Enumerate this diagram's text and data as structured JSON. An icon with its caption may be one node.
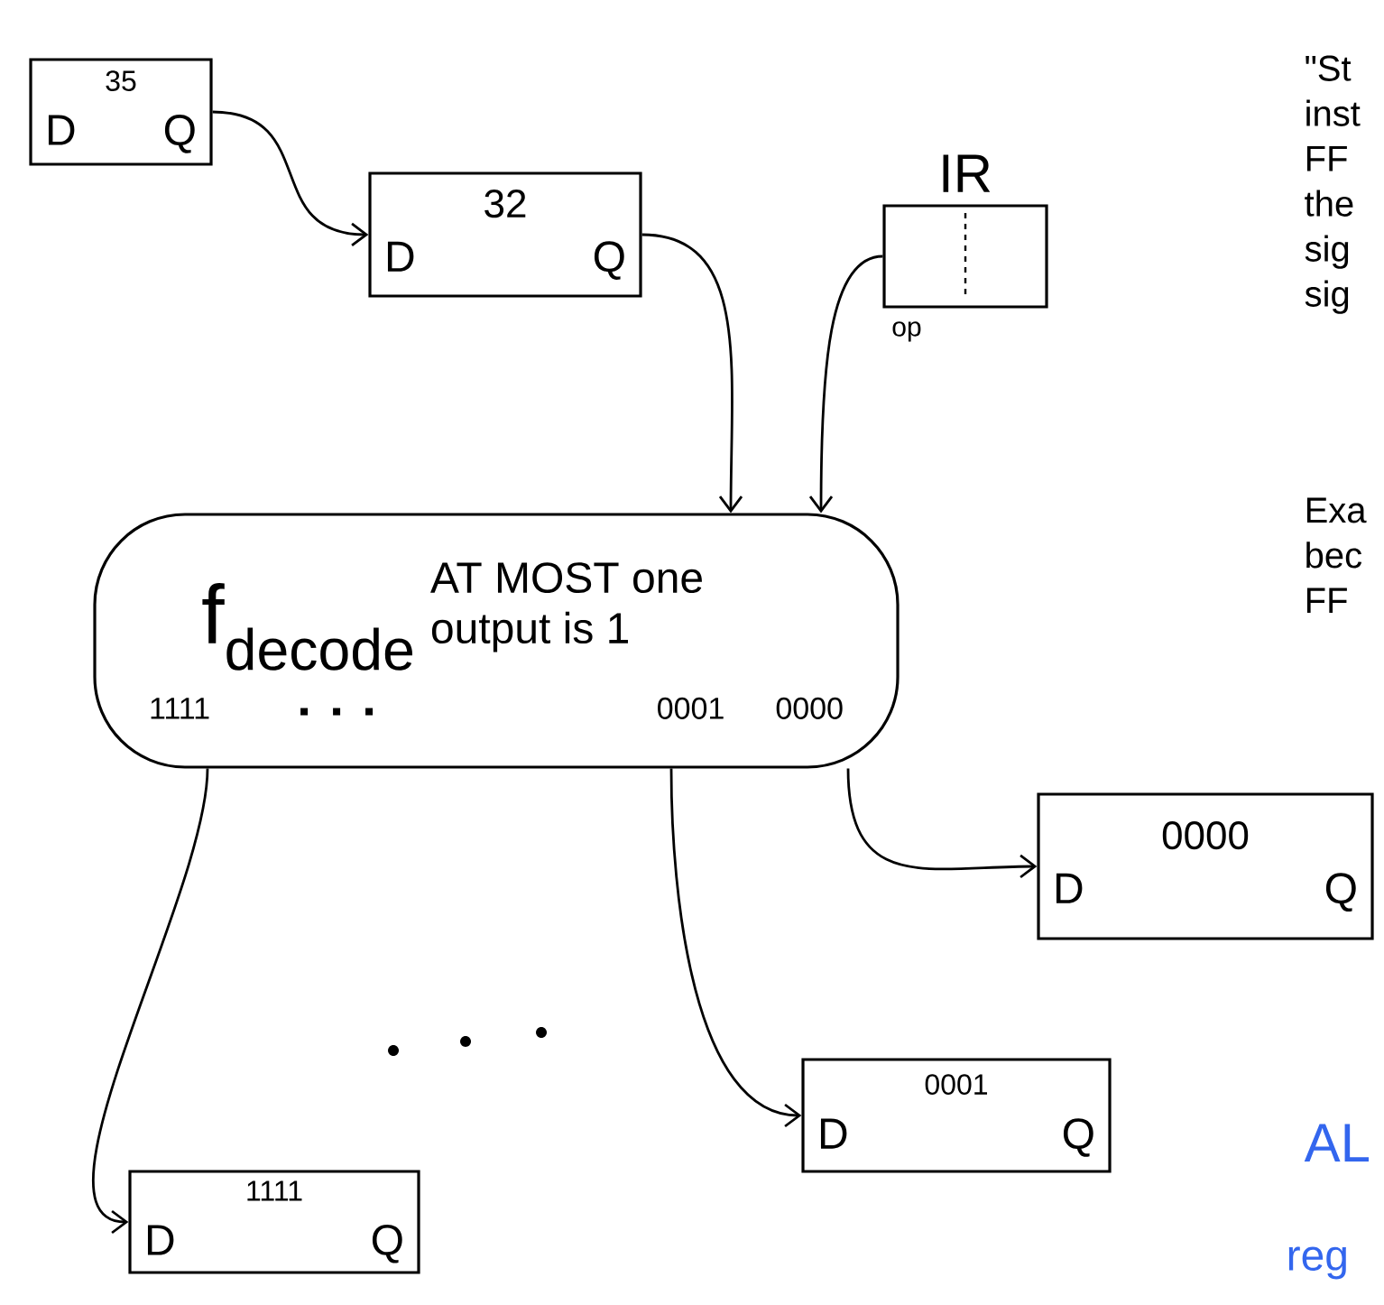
{
  "diagram": {
    "nodes": [
      {
        "text": [
          "35",
          "D",
          "Q"
        ]
      },
      {
        "text": [
          "32",
          "D",
          "Q"
        ]
      },
      {
        "text": [
          "IR"
        ],
        "beside": [
          "op"
        ]
      },
      {
        "text": [
          "f$_{decode}$",
          "AT MOST one output is 1",
          "1111",
          "0001",
          "0000"
        ]
      },
      {
        "text": [
          "0000",
          "D",
          "Q"
        ]
      },
      {
        "text": [
          "0001",
          "D",
          "Q"
        ]
      },
      {
        "text": [
          "1111",
          "D",
          "Q"
        ]
      }
    ],
    "edges": [
      {
        "from": 0,
        "to": 1,
        "arrow": "to"
      },
      {
        "from": 1,
        "to": 3,
        "arrow": "to"
      },
      {
        "from": 2,
        "to": 3,
        "arrow": "to"
      },
      {
        "from": 3,
        "to": 4,
        "arrow": "to"
      },
      {
        "from": 3,
        "to": 5,
        "arrow": "to"
      },
      {
        "from": 3,
        "to": 6,
        "arrow": "to"
      }
    ],
    "labels": [
      "\"St inst FF the sig sig",
      "Exa bec FF",
      "AL",
      "reg"
    ]
  }
}
